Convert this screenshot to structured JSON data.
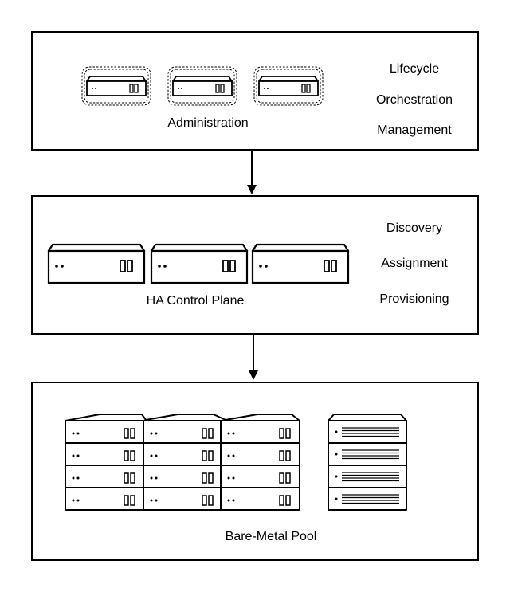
{
  "administration": {
    "caption": "Administration",
    "features": [
      "Lifecycle",
      "Orchestration",
      "Management"
    ]
  },
  "control_plane": {
    "caption": "HA Control Plane",
    "features": [
      "Discovery",
      "Assignment",
      "Provisioning"
    ]
  },
  "pool": {
    "caption": "Bare-Metal Pool"
  },
  "colors": {
    "stroke": "#000000",
    "background": "#ffffff"
  },
  "icons": [
    "server-icon",
    "server-rack-icon",
    "storage-rack-icon",
    "arrow-down-icon"
  ]
}
